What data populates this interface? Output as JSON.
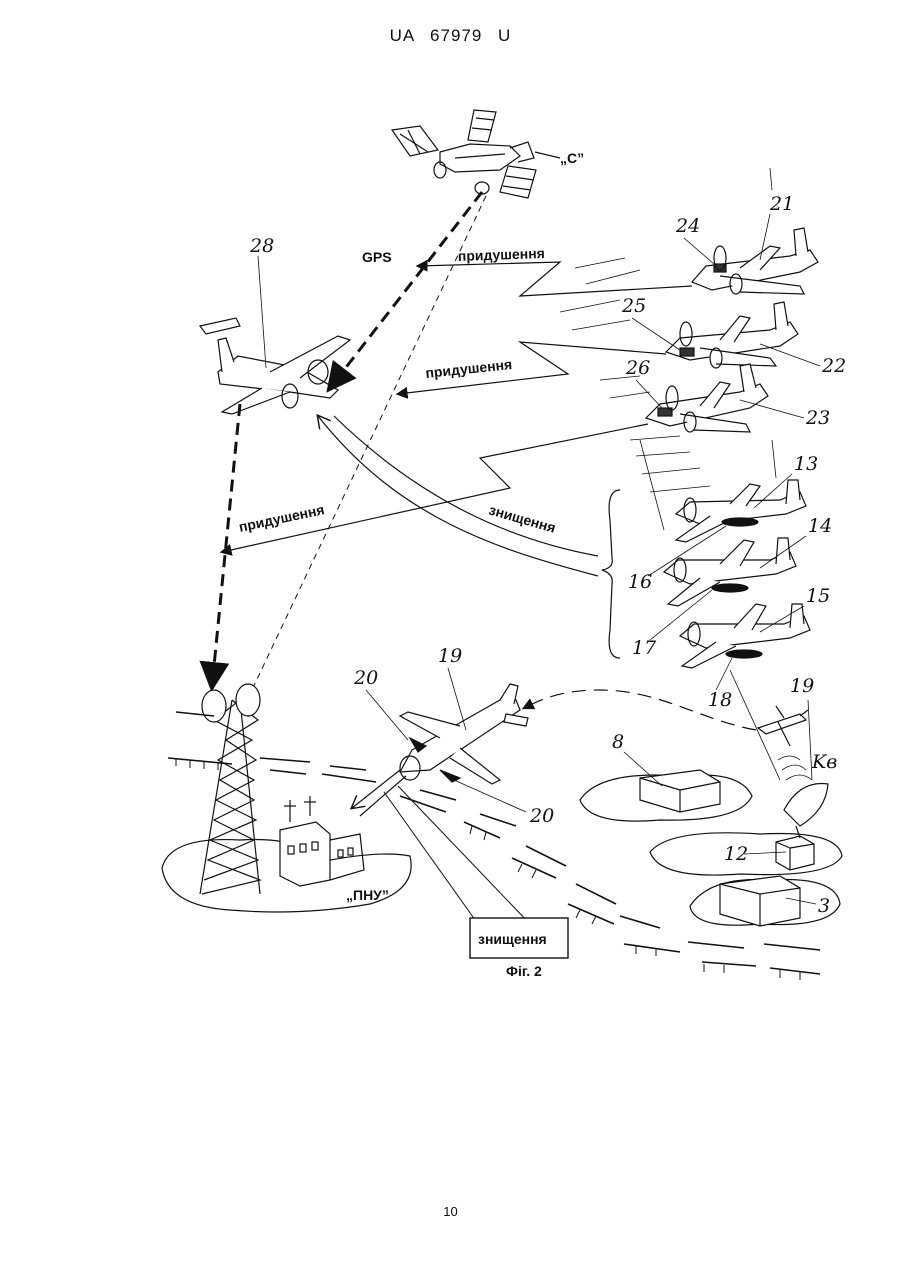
{
  "header": {
    "doc_id": "UA   67979   U"
  },
  "labels": {
    "satellite": "„С”",
    "gps": "GPS",
    "suppression": "придушення",
    "destruction": "знищення",
    "control_point": "„ПНУ”",
    "destruction_box": "знищення",
    "caption": "Фіг. 2"
  },
  "refs": {
    "r28": "28",
    "r24": "24",
    "r21": "21",
    "r25": "25",
    "r22": "22",
    "r26": "26",
    "r23": "23",
    "r13": "13",
    "r14": "14",
    "r15": "15",
    "r16": "16",
    "r17": "17",
    "r18": "18",
    "r19a": "19",
    "r19b": "19",
    "r20a": "20",
    "r20b": "20",
    "r8": "8",
    "r12": "12",
    "r3": "3",
    "kv": "Kв"
  },
  "footer": {
    "page_number": "10"
  }
}
